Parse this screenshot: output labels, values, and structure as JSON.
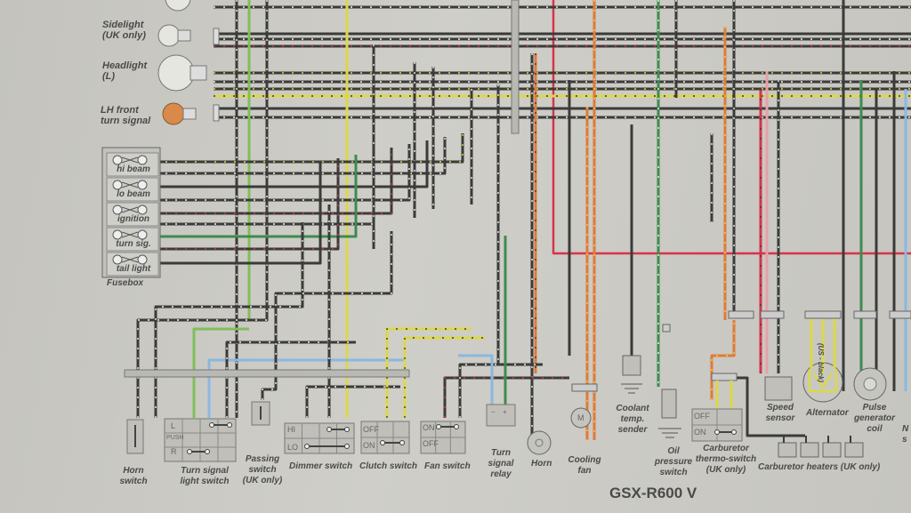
{
  "components": {
    "sidelight": "Sidelight",
    "sidelight_note": "(UK only)",
    "headlight": "Headlight",
    "headlight_note": "(L)",
    "turn_signal_l1": "LH front",
    "turn_signal_l2": "turn signal",
    "fuses": [
      "hi beam",
      "lo beam",
      "ignition",
      "turn sig.",
      "tail light"
    ],
    "fusebox": "Fusebox",
    "horn_switch_l1": "Horn",
    "horn_switch_l2": "switch",
    "turn_switch_l1": "Turn signal",
    "turn_switch_l2": "light switch",
    "turn_switch_cells": [
      "L",
      "PUSH",
      "R"
    ],
    "passing_l1": "Passing",
    "passing_l2": "switch",
    "passing_l3": "(UK only)",
    "dimmer": "Dimmer switch",
    "dimmer_cells": [
      "HI",
      "LO"
    ],
    "clutch": "Clutch switch",
    "clutch_cells": [
      "OFF",
      "ON"
    ],
    "fan_switch": "Fan switch",
    "fan_cells": [
      "ON",
      "OFF"
    ],
    "relay_l1": "Turn",
    "relay_l2": "signal",
    "relay_l3": "relay",
    "relay_terminals": [
      "−",
      "+"
    ],
    "horn": "Horn",
    "fan_l1": "Cooling",
    "fan_l2": "fan",
    "fan_motor": "M",
    "coolant_l1": "Coolant",
    "coolant_l2": "temp.",
    "coolant_l3": "sender",
    "oil_l1": "Oil",
    "oil_l2": "pressure",
    "oil_l3": "switch",
    "thermo_l1": "Carburetor",
    "thermo_l2": "thermo-switch",
    "thermo_l3": "(UK only)",
    "thermo_cells": [
      "OFF",
      "ON"
    ],
    "heaters": "Carburetor heaters (UK only)",
    "speed_l1": "Speed",
    "speed_l2": "sensor",
    "alternator": "Alternator",
    "alternator_note": "(US - black)",
    "pulse_l1": "Pulse",
    "pulse_l2": "generator",
    "pulse_l3": "coil",
    "cut_l1": "N",
    "cut_l2": "s"
  },
  "title": "GSX-R600 V",
  "colors": {
    "black": "#3b3b3a",
    "yellow": "#dcd84a",
    "green": "#3f8a4e",
    "lightgreen": "#7fbf5a",
    "orange": "#e07a3a",
    "red": "#d8334a",
    "pink": "#e6a0a6",
    "blue": "#8ab8e0",
    "white": "#f1f1e6"
  }
}
